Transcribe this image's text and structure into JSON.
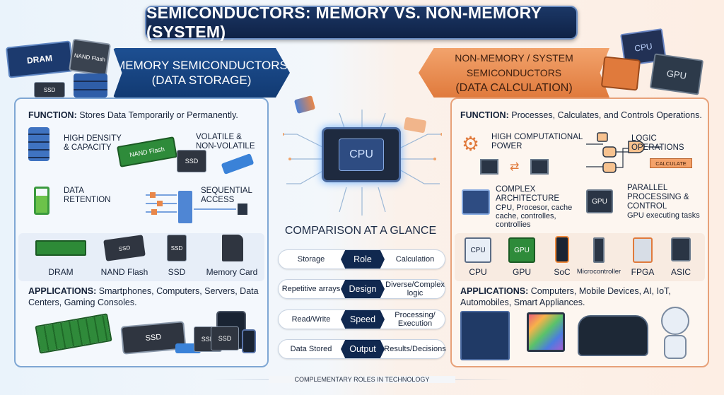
{
  "title": "SEMICONDUCTORS: MEMORY VS. NON-MEMORY (SYSTEM)",
  "memory": {
    "header_line1": "MEMORY SEMICONDUCTORS",
    "header_line2": "(DATA STORAGE)",
    "hero_labels": {
      "dram": "DRAM",
      "nand": "NAND Flash",
      "ssd": "SSD"
    },
    "function_label": "FUNCTION:",
    "function_text": "Stores Data Temporarily or Permanently.",
    "features": [
      {
        "line1": "HIGH DENSITY",
        "line2": "& CAPACITY"
      },
      {
        "line1": "VOLATILE &",
        "line2": "NON-VOLATILE"
      },
      {
        "line1": "DATA",
        "line2": "RETENTION"
      },
      {
        "line1": "SEQUENTIAL",
        "line2": "ACCESS"
      }
    ],
    "feature_art_label": "NAND Flash",
    "feature_ssd_label": "SSD",
    "devices": [
      "DRAM",
      "NAND Flash",
      "SSD",
      "Memory Card"
    ],
    "device_icon_text": {
      "nand": "SSD",
      "ssd": "SSD"
    },
    "applications_label": "APPLICATIONS:",
    "applications_text": "Smartphones, Computers, Servers, Data Centers, Gaming Consoles.",
    "app_art_labels": {
      "ssd": "SSD",
      "ssd2": "SSD",
      "ssd3": "SSD"
    }
  },
  "nonmemory": {
    "header_line1": "NON-MEMORY / SYSTEM SEMICONDUCTORS",
    "header_line2": "(DATA CALCULATION)",
    "hero_labels": {
      "cpu": "CPU",
      "gpu": "GPU"
    },
    "function_label": "FUNCTION:",
    "function_text": "Processes, Calculates, and Controls Operations.",
    "features": [
      {
        "line1": "HIGH COMPUTATIONAL",
        "line2": "POWER",
        "sub": ""
      },
      {
        "line1": "LOGIC OPERATIONS",
        "line2": "",
        "sub": ""
      },
      {
        "line1": "COMPLEX",
        "line2": "ARCHITECTURE",
        "sub": "CPU, Procesor, cache cache, controlles, controllies"
      },
      {
        "line1": "PARALLEL",
        "line2": "PROCESSING & CONTROL",
        "sub": "GPU executing tasks"
      }
    ],
    "calculate_label": "CALCULATE",
    "gpu_chip_label": "GPU",
    "devices": [
      "CPU",
      "GPU",
      "SoC",
      "Microcontroller",
      "FPGA",
      "ASIC"
    ],
    "device_icon_text": {
      "cpu": "CPU",
      "gpu": "GPU"
    },
    "applications_label": "APPLICATIONS:",
    "applications_text": "Computers, Mobile Devices, AI, IoT, Automobiles, Smart Appliances."
  },
  "center": {
    "cpu_label": "CPU",
    "comparison_title": "COMPARISON AT A GLANCE",
    "rows": [
      {
        "left": "Storage",
        "middle": "Role",
        "right": "Calculation"
      },
      {
        "left": "Repetitive arrays",
        "middle": "Design",
        "right": "Diverse/Complex logic"
      },
      {
        "left": "Read/Write",
        "middle": "Speed",
        "right": "Processing/ Execution"
      },
      {
        "left": "Data Stored",
        "middle": "Output",
        "right": "Results/Decisions"
      }
    ],
    "footer": "COMPLEMENTARY ROLES IN TECHNOLOGY"
  },
  "colors": {
    "memory_accent": "#1d4f92",
    "nonmemory_accent": "#e07a3c",
    "navy": "#10284f"
  }
}
